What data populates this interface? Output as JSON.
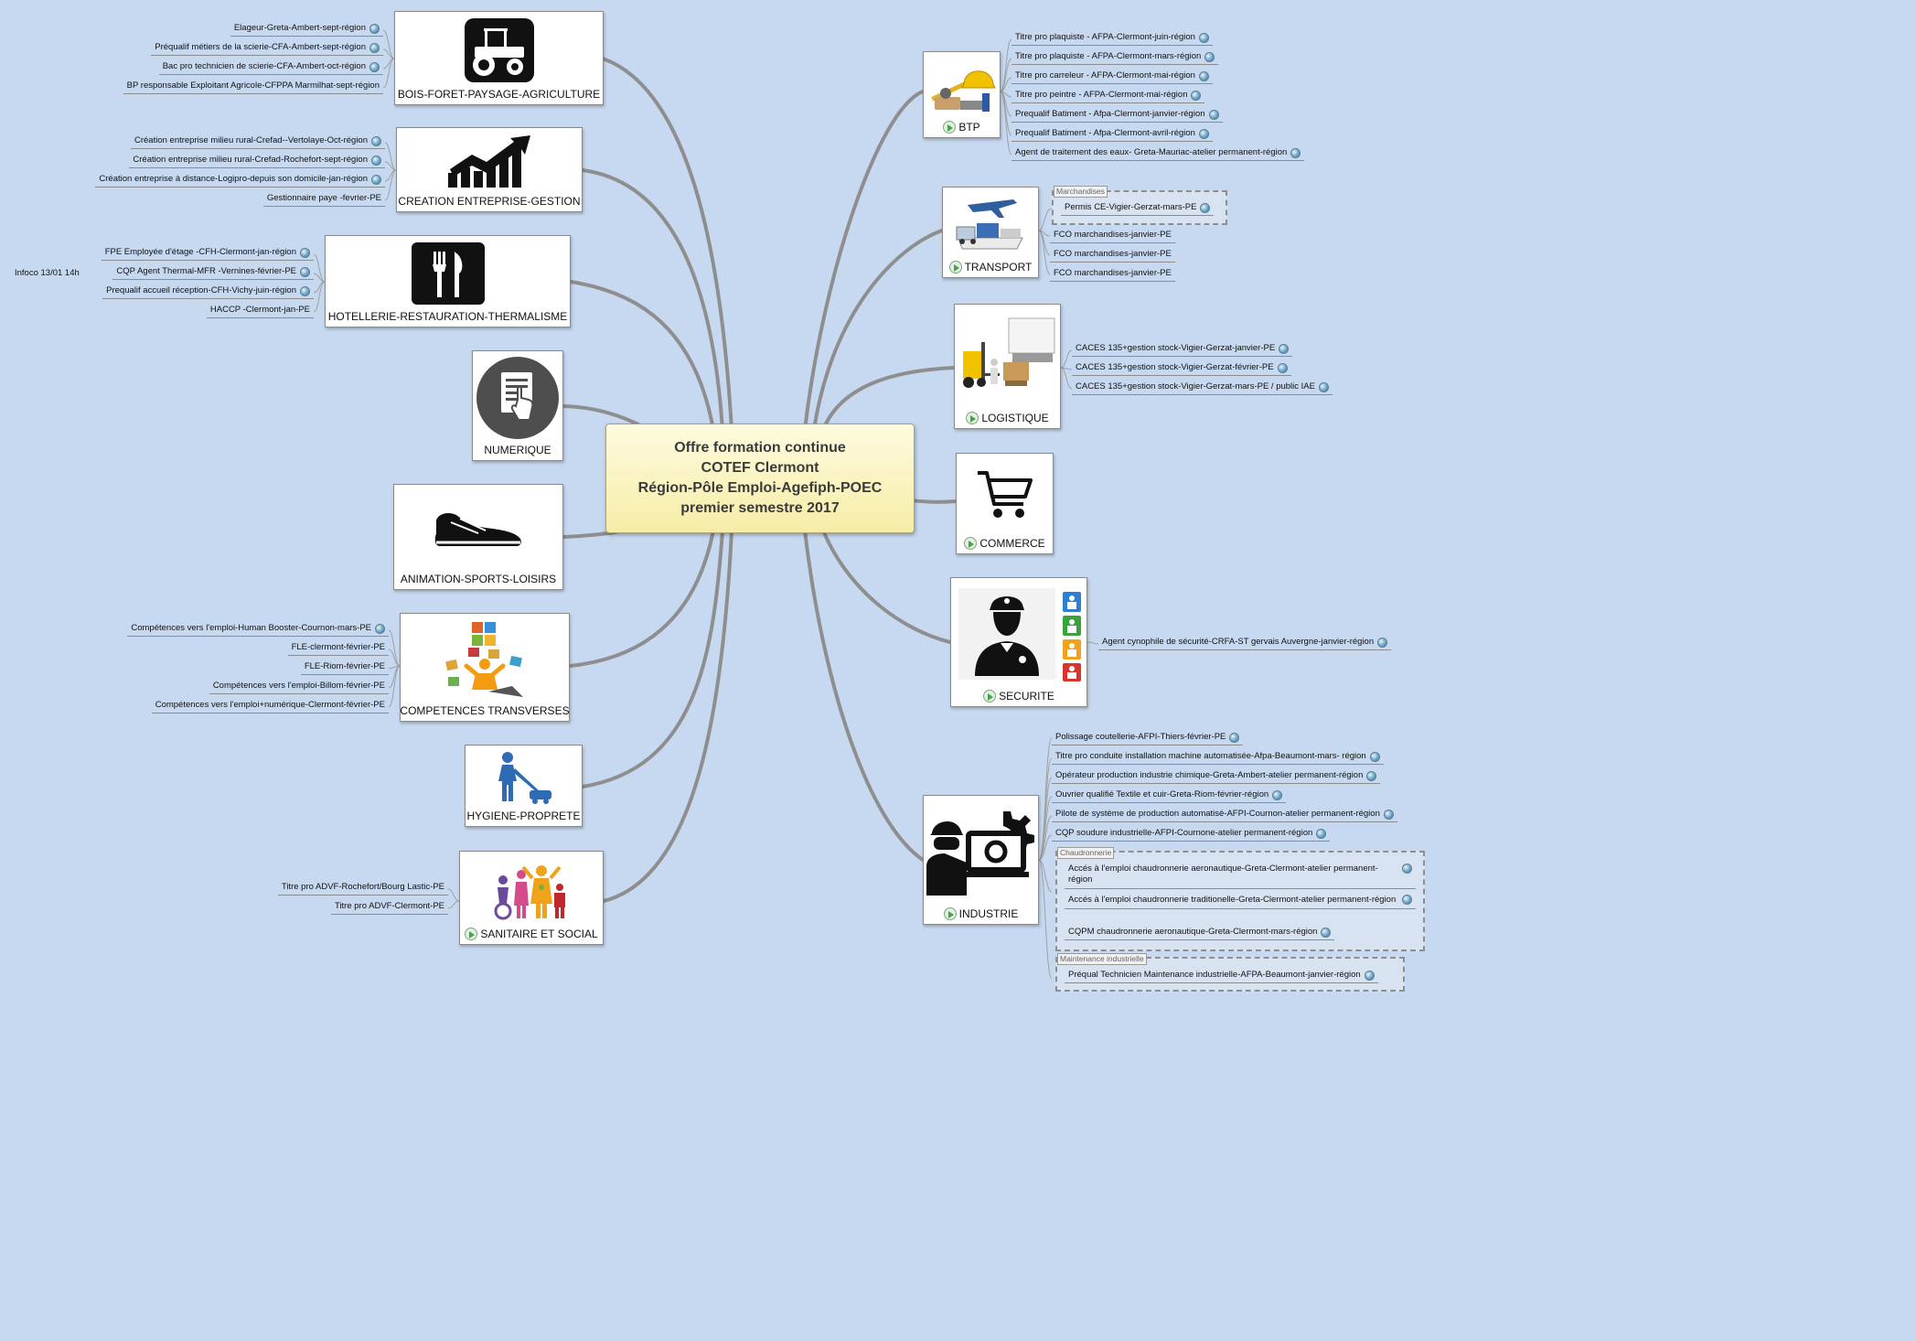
{
  "central": {
    "line1": "Offre formation continue",
    "line2": "COTEF Clermont",
    "line3": "Région-Pôle Emploi-Agefiph-POEC",
    "line4": "premier semestre 2017"
  },
  "colors": {
    "background": "#c7d9f0",
    "branch": "#8e8e8e",
    "central_fill": "#f6eda6"
  },
  "left_branches": [
    {
      "label": "BOIS-FORET-PAYSAGE-AGRICULTURE",
      "icon": "tractor-icon",
      "items": [
        "Elageur-Greta-Ambert-sept-région",
        "Préqualif métiers de la scierie-CFA-Ambert-sept-région",
        "Bac pro technicien de scierie-CFA-Ambert-oct-région",
        "BP responsable Exploitant Agricole-CFPPA Marmilhat-sept-région"
      ]
    },
    {
      "label": "CREATION ENTREPRISE-GESTION",
      "icon": "growth-chart-icon",
      "items": [
        "Création entreprise milieu rural-Crefad--Vertolaye-Oct-région",
        "Création entreprise milieu rural-Crefad-Rochefort-sept-région",
        "Création entreprise à distance-Logipro-depuis son domicile-jan-région",
        "Gestionnaire paye -fevrier-PE"
      ]
    },
    {
      "label": "HOTELLERIE-RESTAURATION-THERMALISME",
      "icon": "fork-knife-icon",
      "items": [
        "FPE Employée d'étage -CFH-Clermont-jan-région",
        "CQP Agent Thermal-MFR -Vernines-février-PE",
        "Prequalif accueil réception-CFH-Vichy-juin-région",
        "HACCP -Clermont-jan-PE"
      ],
      "note": "Infoco 13/01 14h"
    },
    {
      "label": "NUMERIQUE",
      "icon": "tablet-touch-icon",
      "items": []
    },
    {
      "label": "ANIMATION-SPORTS-LOISIRS",
      "icon": "sneaker-icon",
      "items": []
    },
    {
      "label": "COMPETENCES TRANSVERSES",
      "icon": "office-apps-icon",
      "items": [
        "Compétences vers l'emploi-Human Booster-Cournon-mars-PE",
        "FLE-clermont-février-PE",
        "FLE-Riom-février-PE",
        "Compétences vers l'emploi-Billom-février-PE",
        "Compétences vers l'emploi+numérique-Clermont-février-PE"
      ]
    },
    {
      "label": "HYGIENE-PROPRETE",
      "icon": "floor-cleaner-icon",
      "items": []
    },
    {
      "label": "SANITAIRE ET SOCIAL",
      "icon": "family-icon",
      "items": [
        "Titre pro ADVF-Rochefort/Bourg Lastic-PE",
        "Titre pro ADVF-Clermont-PE"
      ]
    }
  ],
  "right_branches": [
    {
      "label": "BTP",
      "icon": "construction-tools-icon",
      "items": [
        "Titre pro plaquiste - AFPA-Clermont-juin-région",
        "Titre pro plaquiste - AFPA-Clermont-mars-région",
        "Titre pro carreleur - AFPA-Clermont-mai-région",
        "Titre pro peintre - AFPA-Clermont-mai-région",
        "Prequalif Batiment - Afpa-Clermont-janvier-région",
        "Prequalif Batiment - Afpa-Clermont-avril-région",
        "Agent de traitement des eaux- Greta-Mauriac-atelier permanent-région"
      ]
    },
    {
      "label": "TRANSPORT",
      "icon": "transport-icon",
      "group": {
        "tag": "Marchandises",
        "items": [
          "Permis CE-Vigier-Gerzat-mars-PE"
        ]
      },
      "items": [
        "FCO marchandises-janvier-PE",
        "FCO marchandises-janvier-PE",
        "FCO marchandises-janvier-PE"
      ]
    },
    {
      "label": "LOGISTIQUE",
      "icon": "forklift-icon",
      "items": [
        "CACES 135+gestion stock-Vigier-Gerzat-janvier-PE",
        "CACES 135+gestion stock-Vigier-Gerzat-février-PE",
        "CACES 135+gestion stock-Vigier-Gerzat-mars-PE / public IAE"
      ]
    },
    {
      "label": "COMMERCE",
      "icon": "shopping-cart-icon",
      "items": []
    },
    {
      "label": "SECURITE",
      "icon": "security-guard-icon",
      "items": [
        "Agent cynophile de sécurité-CRFA-ST gervais Auvergne-janvier-région"
      ]
    },
    {
      "label": "INDUSTRIE",
      "icon": "industry-worker-icon",
      "items": [
        "Polissage coutellerie-AFPI-Thiers-février-PE",
        "Titre pro conduite installation machine automatisée-Afpa-Beaumont-mars- région",
        "Opérateur production industrie chimique-Greta-Ambert-atelier permanent-région",
        "Ouvrier qualifié Textile et cuir-Greta-Riom-février-région",
        "Pilote de système de production automatisé-AFPI-Cournon-atelier permanent-région",
        "CQP soudure industrielle-AFPI-Cournone-atelier permanent-région"
      ],
      "group1": {
        "tag": "Chaudronnerie",
        "items": [
          "Accés à l'emploi chaudronnerie aeronautique-Greta-Clermont-atelier permanent-région",
          "Accés à l'emploi chaudronnerie traditionelle-Greta-Clermont-atelier permanent-région",
          "CQPM chaudronnerie aeronautique-Greta-Clermont-mars-région"
        ]
      },
      "group2": {
        "tag": "Maintenance industrielle",
        "items": [
          "Préqual Technicien Maintenance industrielle-AFPA-Beaumont-janvier-région"
        ]
      }
    }
  ]
}
